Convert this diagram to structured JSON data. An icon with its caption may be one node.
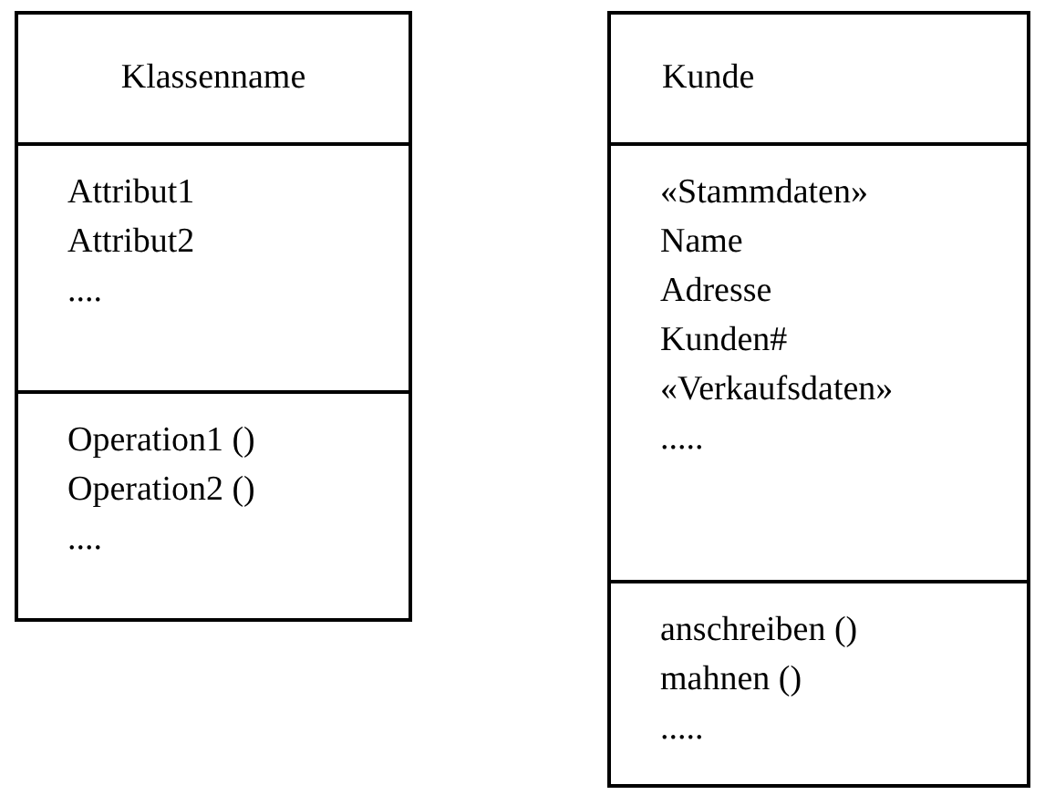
{
  "diagram": {
    "nodes": [
      {
        "text": [
          "Klassenname"
        ]
      },
      {
        "text": [
          "Attribut1",
          "Attribut2",
          "...."
        ],
        "in": 0
      },
      {
        "text": [
          "Operation1 ()",
          "Operation2 ()",
          "...."
        ],
        "in": 0
      },
      {
        "text": [
          "Kunde"
        ]
      },
      {
        "text": [
          "«Stammdaten»",
          "Name",
          "Adresse",
          "Kunden#",
          "«Verkaufsdaten»",
          "....."
        ],
        "in": 3
      },
      {
        "text": [
          "anschreiben ()",
          "mahnen ()",
          "....."
        ],
        "in": 3
      }
    ]
  }
}
